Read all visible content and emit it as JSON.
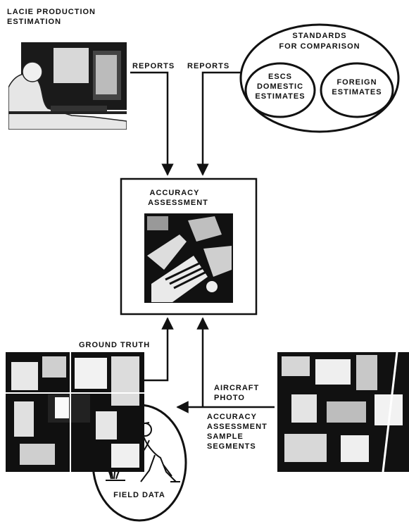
{
  "source": {
    "title_line1": "LACIE PRODUCTION",
    "title_line2": "ESTIMATION"
  },
  "flows": {
    "reports_left": "REPORTS",
    "reports_right": "REPORTS",
    "ground_truth": "GROUND TRUTH",
    "aircraft_photo_line1": "AIRCRAFT",
    "aircraft_photo_line2": "PHOTO"
  },
  "standards": {
    "title_line1": "STANDARDS",
    "title_line2": "FOR COMPARISON",
    "escs_line1": "ESCS",
    "escs_line2": "DOMESTIC",
    "escs_line3": "ESTIMATES",
    "foreign_line1": "FOREIGN",
    "foreign_line2": "ESTIMATES"
  },
  "center": {
    "title_line1": "ACCURACY",
    "title_line2": "ASSESSMENT"
  },
  "segments": {
    "line1": "ACCURACY",
    "line2": "ASSESSMENT",
    "line3": "SAMPLE",
    "line4": "SEGMENTS"
  },
  "field": {
    "label": "FIELD DATA"
  }
}
